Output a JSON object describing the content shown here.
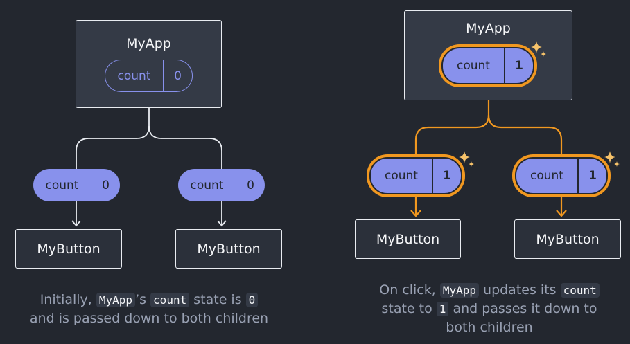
{
  "colors": {
    "background": "#23272f",
    "state_accent": "#8891ec",
    "update_highlight": "#f19820",
    "box_border": "#e9ecf1",
    "caption_text": "#99a1b3"
  },
  "left": {
    "app": {
      "title": "MyApp",
      "state_key": "count",
      "state_value": "0"
    },
    "children": [
      {
        "prop_key": "count",
        "prop_value": "0",
        "button": "MyButton"
      },
      {
        "prop_key": "count",
        "prop_value": "0",
        "button": "MyButton"
      }
    ],
    "caption": {
      "pre": "Initially, ",
      "app_code": "MyApp",
      "mid": "’s ",
      "count_code": "count",
      "post": " state is ",
      "zero_code": "0",
      "line2": "and is passed down to both children"
    }
  },
  "right": {
    "app": {
      "title": "MyApp",
      "state_key": "count",
      "state_value": "1"
    },
    "children": [
      {
        "prop_key": "count",
        "prop_value": "1",
        "button": "MyButton"
      },
      {
        "prop_key": "count",
        "prop_value": "1",
        "button": "MyButton"
      }
    ],
    "caption": {
      "pre": "On click, ",
      "app_code": "MyApp",
      "mid": " updates its ",
      "count_code": "count",
      "line2_pre": "state to ",
      "one_code": "1",
      "line2_post": " and passes it down to",
      "line3": "both children"
    },
    "sparkle_icon": "sparkle-icon"
  }
}
